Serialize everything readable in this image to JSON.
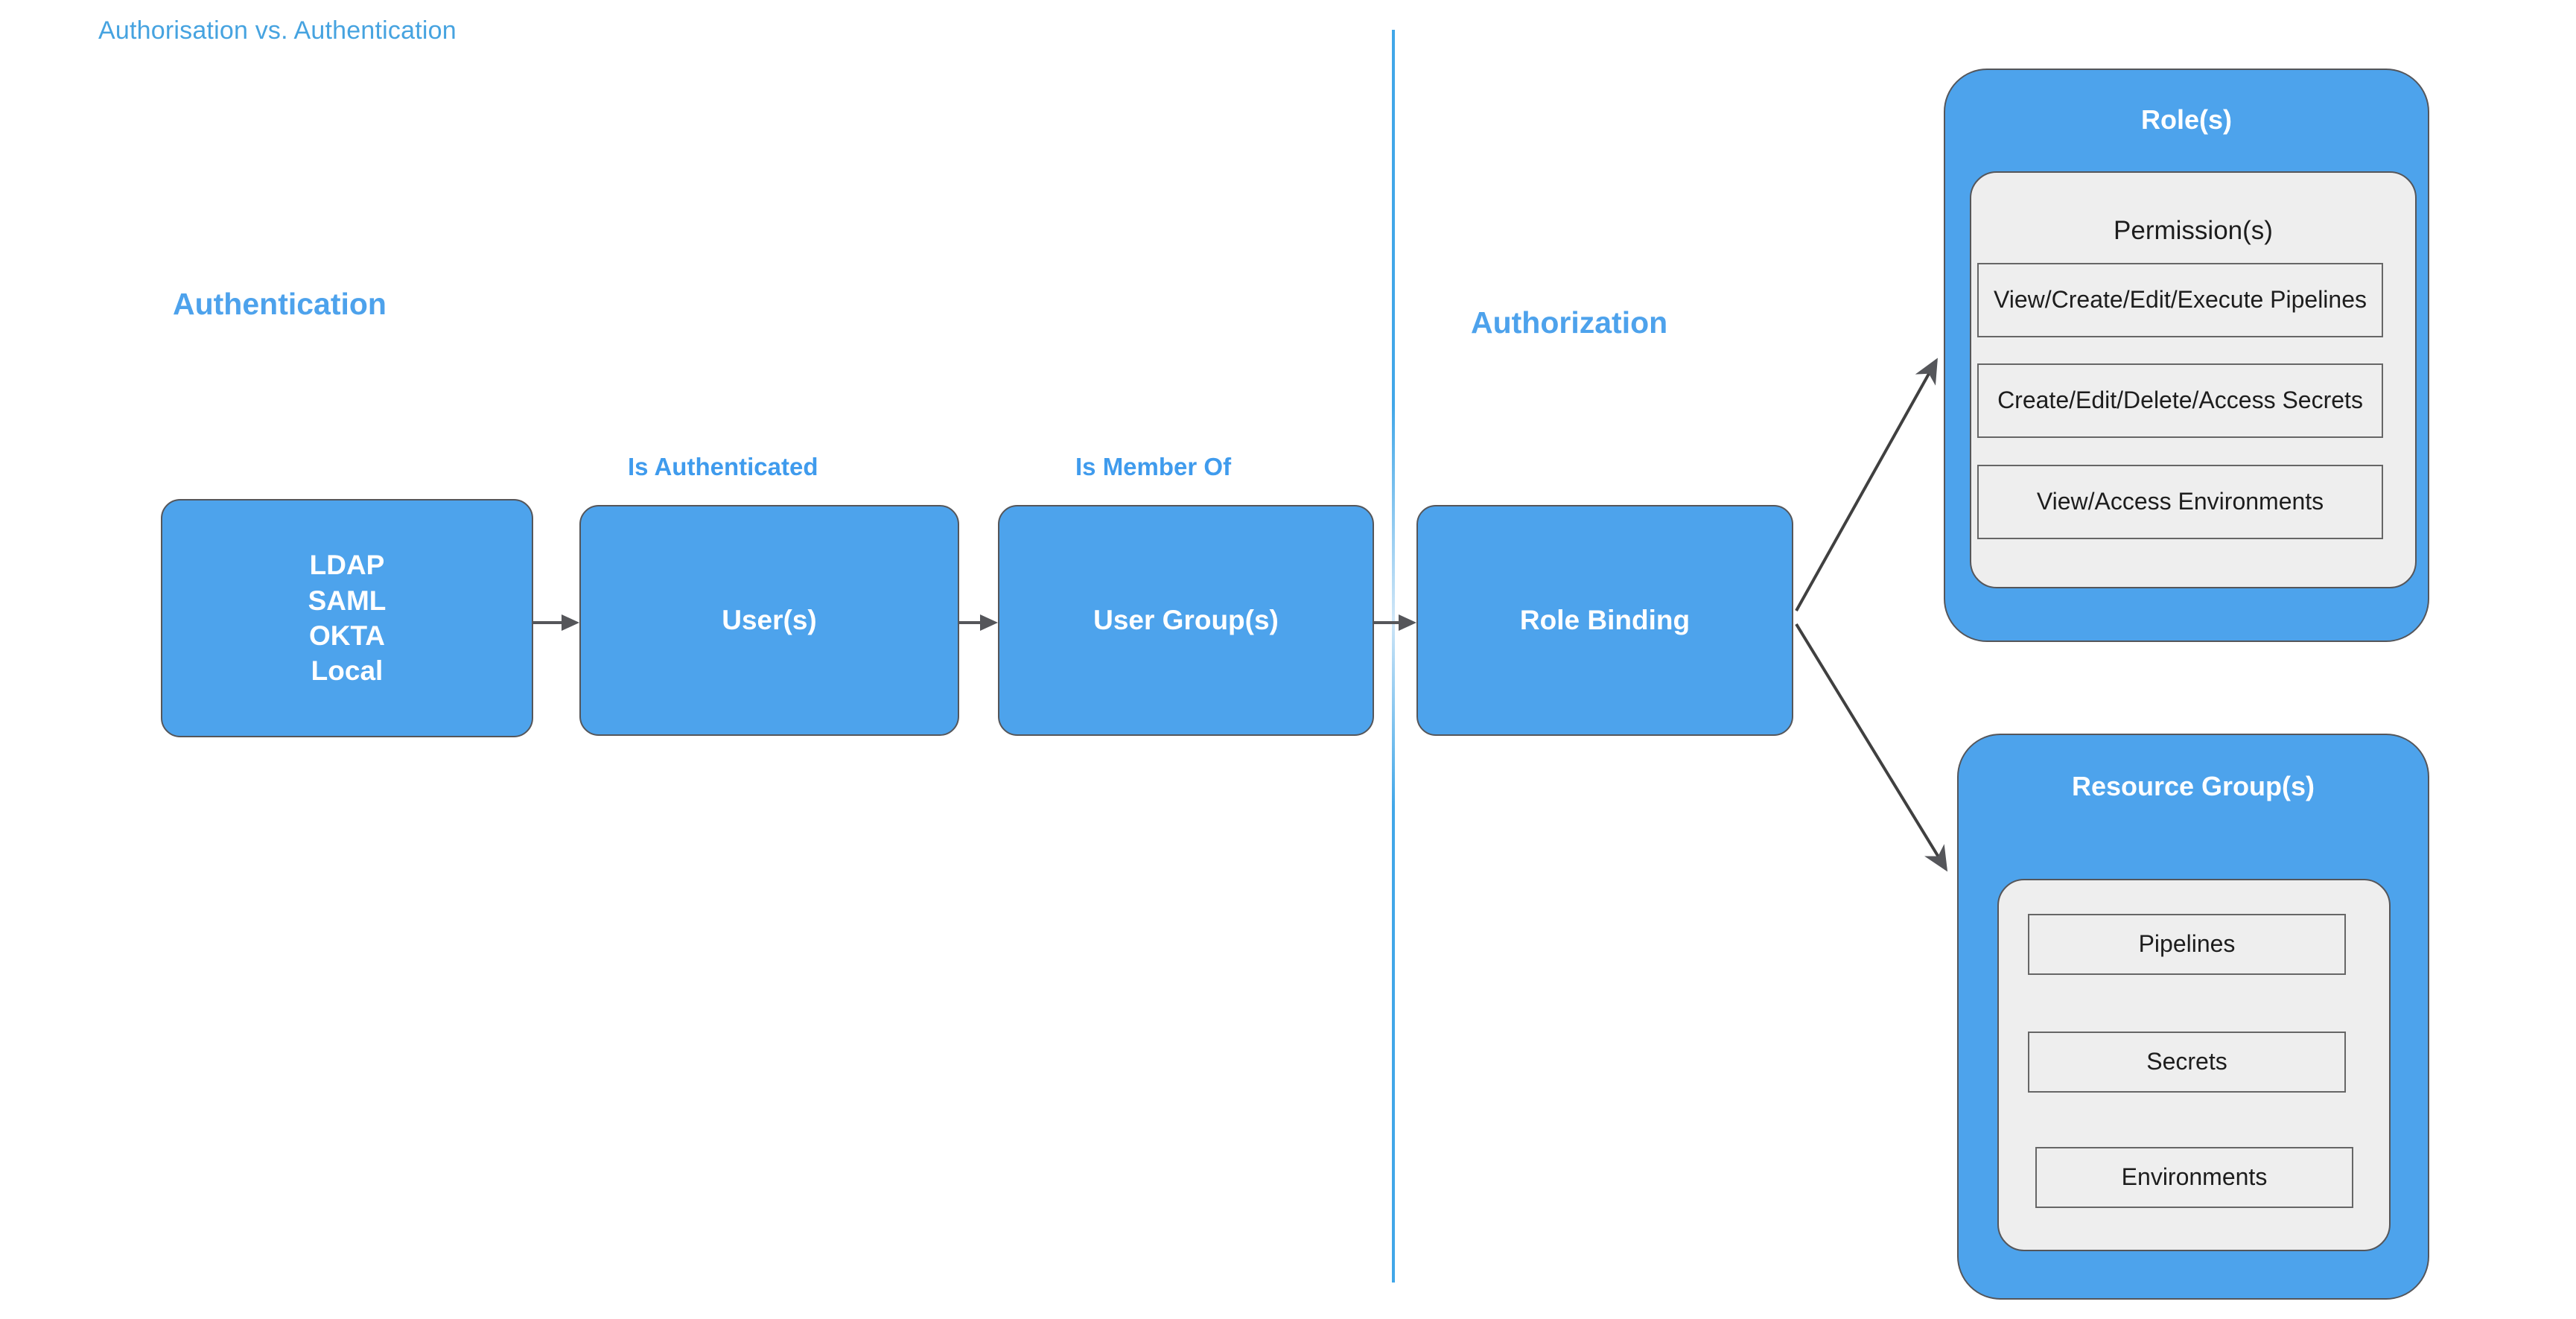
{
  "page": {
    "title": "Authorisation vs. Authentication"
  },
  "colors": {
    "accent_blue": "#4da3ec",
    "title_blue": "#46a3e0",
    "heading_blue": "#4da2ec",
    "edge_label_blue": "#3f9bed",
    "panel_gray": "#eeeeee",
    "border_gray": "#55565a",
    "item_border_gray": "#666666",
    "divider_blue": "#41a7e8"
  },
  "sections": {
    "authentication_heading": "Authentication",
    "authorization_heading": "Authorization"
  },
  "flow": {
    "identity_providers": {
      "items": [
        "LDAP",
        "SAML",
        "OKTA",
        "Local"
      ]
    },
    "users": {
      "label": "User(s)"
    },
    "user_groups": {
      "label": "User Group(s)"
    },
    "role_binding": {
      "label": "Role Binding"
    }
  },
  "edges": {
    "is_authenticated": "Is Authenticated",
    "is_member_of": "Is Member Of"
  },
  "roles_panel": {
    "title": "Role(s)",
    "permissions_title": "Permission(s)",
    "permissions": [
      "View/Create/Edit/Execute Pipelines",
      "Create/Edit/Delete/Access Secrets",
      "View/Access Environments"
    ]
  },
  "resource_groups_panel": {
    "title": "Resource Group(s)",
    "resources": [
      "Pipelines",
      "Secrets",
      "Environments"
    ]
  }
}
